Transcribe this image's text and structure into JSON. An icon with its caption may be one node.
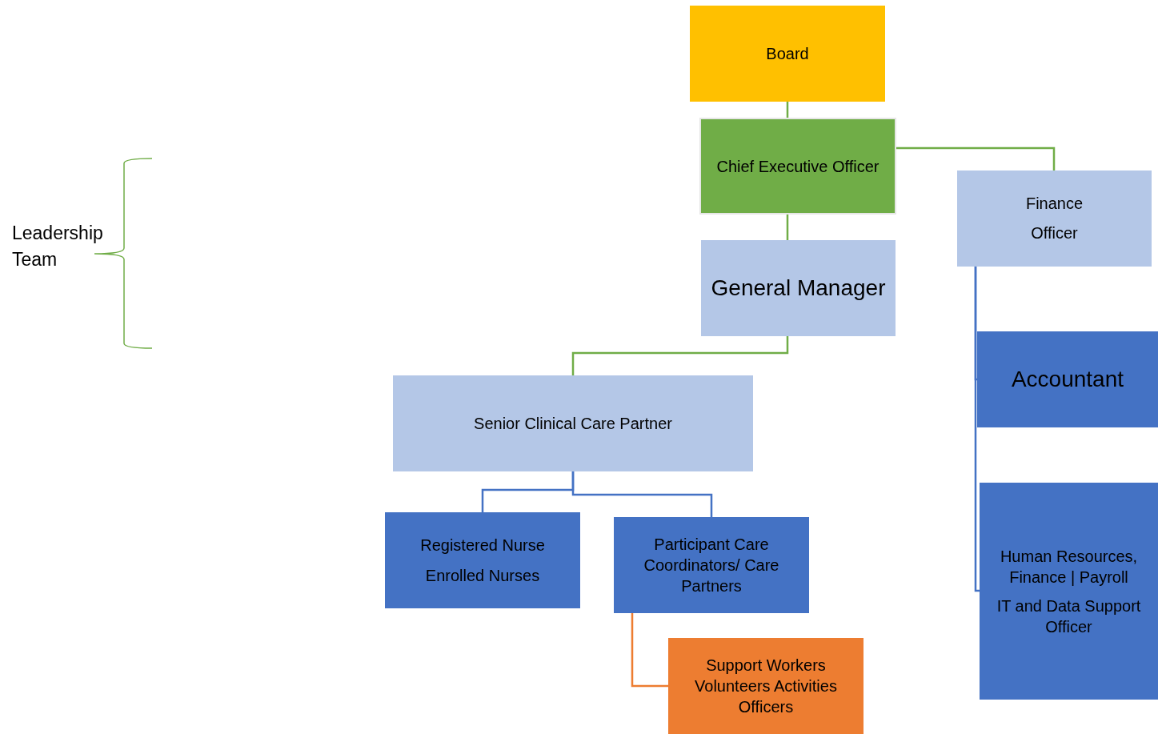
{
  "diagram": {
    "nodes": [
      {
        "text": [
          "Board"
        ]
      },
      {
        "text": [
          "Chief Executive Officer"
        ]
      },
      {
        "text": [
          "Finance Officer"
        ]
      },
      {
        "text": [
          "General Manager"
        ]
      },
      {
        "text": [
          "Accountant"
        ]
      },
      {
        "text": [
          "Human Resources, Finance | Payroll",
          "IT and Data Support Officer"
        ]
      },
      {
        "text": [
          "Senior Clinical Care Partner"
        ]
      },
      {
        "text": [
          "Registered Nurse",
          "Enrolled Nurses"
        ]
      },
      {
        "text": [
          "Participant Care Coordinators/ Care Partners"
        ]
      },
      {
        "text": [
          "Support Workers Volunteers Activities Officers"
        ]
      }
    ],
    "edges": [
      {
        "from": 1,
        "to": 0,
        "arrow": "none",
        "color": "#70ad47"
      },
      {
        "from": 1,
        "to": 2,
        "arrow": "none",
        "color": "#70ad47"
      },
      {
        "from": 1,
        "to": 3,
        "arrow": "none",
        "color": "#70ad47"
      },
      {
        "from": 3,
        "to": 6,
        "arrow": "none",
        "color": "#70ad47"
      },
      {
        "from": 6,
        "to": 7,
        "arrow": "none",
        "color": "#4472c4"
      },
      {
        "from": 6,
        "to": 8,
        "arrow": "none",
        "color": "#4472c4"
      },
      {
        "from": 2,
        "to": 4,
        "arrow": "none",
        "color": "#4472c4"
      },
      {
        "from": 2,
        "to": 5,
        "arrow": "none",
        "color": "#4472c4"
      },
      {
        "from": 8,
        "to": 9,
        "arrow": "none",
        "color": "#ed7d31"
      }
    ],
    "labels": [
      "Leadership Team"
    ]
  }
}
